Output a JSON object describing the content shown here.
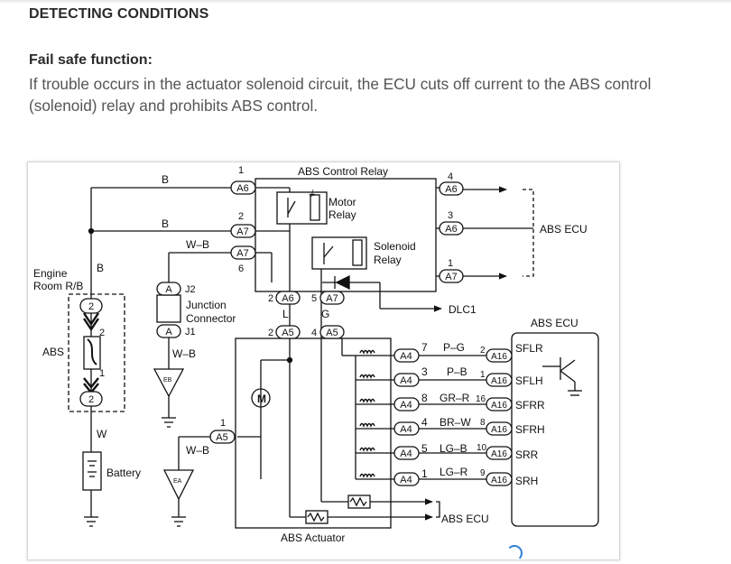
{
  "section_heading": "DETECTING CONDITIONS",
  "subheading": "Fail safe function:",
  "paragraph": "If trouble occurs in the actuator solenoid circuit, the ECU cuts off current to the ABS control (solenoid) relay and prohibits ABS control.",
  "diagram": {
    "abs_control_relay": "ABS Control Relay",
    "motor_relay_1": "Motor",
    "motor_relay_2": "Relay",
    "solenoid_relay_1": "Solenoid",
    "solenoid_relay_2": "Relay",
    "abs_ecu": "ABS ECU",
    "dlc1": "DLC1",
    "engine_room_1": "Engine",
    "engine_room_2": "Room R/B",
    "abs_fuse": "ABS",
    "battery": "Battery",
    "junction_1": "Junction",
    "junction_2": "Connector",
    "abs_actuator": "ABS Actuator",
    "wire_b": "B",
    "wire_wb": "W–B",
    "wire_w": "W",
    "wire_l": "L",
    "wire_g": "G",
    "conn_a6": "A6",
    "conn_a7": "A7",
    "conn_a5": "A5",
    "conn_a4": "A4",
    "conn_a16": "A16",
    "conn_a": "A",
    "conn_j2": "J2",
    "conn_j1": "J1",
    "ground_eb": "EB",
    "ground_ea": "EA",
    "motor_m": "M",
    "pin_1": "1",
    "pin_2": "2",
    "pin_3": "3",
    "pin_4": "4",
    "pin_5": "5",
    "pin_6": "6",
    "pin_7": "7",
    "pin_8": "8",
    "pin_9": "9",
    "pin_10": "10",
    "pin_16": "16",
    "ecu_wires": [
      {
        "a4_pin": "7",
        "color": "P–G",
        "a16_pin": "2",
        "signal": "SFLR"
      },
      {
        "a4_pin": "3",
        "color": "P–B",
        "a16_pin": "1",
        "signal": "SFLH"
      },
      {
        "a4_pin": "8",
        "color": "GR–R",
        "a16_pin": "16",
        "signal": "SFRR"
      },
      {
        "a4_pin": "4",
        "color": "BR–W",
        "a16_pin": "8",
        "signal": "SFRH"
      },
      {
        "a4_pin": "5",
        "color": "LG–B",
        "a16_pin": "10",
        "signal": "SRR"
      },
      {
        "a4_pin": "1",
        "color": "LG–R",
        "a16_pin": "9",
        "signal": "SRH"
      }
    ]
  },
  "colors": {
    "link_accent": "#2f7fd6",
    "text": "#555555",
    "heading": "#2b2b2b"
  }
}
